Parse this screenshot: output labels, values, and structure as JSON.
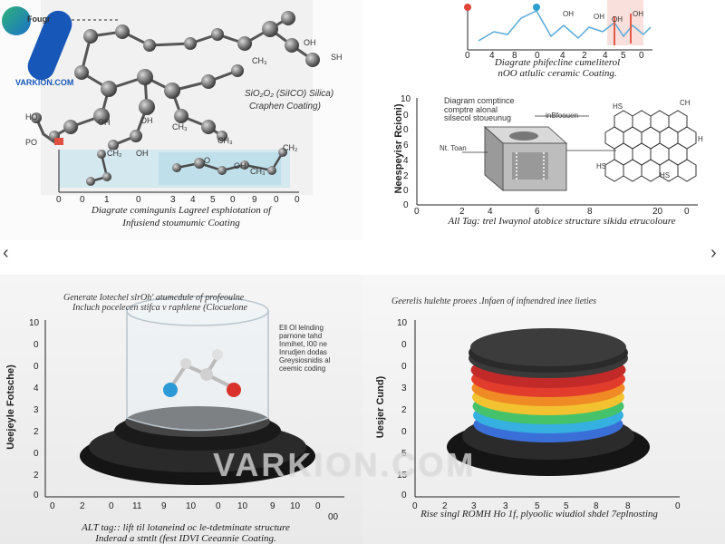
{
  "watermark": {
    "logo": "VARKION.COM",
    "big": "VARKION.COM"
  },
  "nav": {
    "prev": "‹",
    "next": "›"
  },
  "panel1": {
    "top_label": "Fougr",
    "formula_label": "SiO₂O₂ (SiICO) Silica)",
    "formula_label2": "Craphen Coating)",
    "atoms": [
      "OH",
      "CH₃",
      "SH",
      "HO",
      "PO",
      "OH",
      "OH",
      "CH₃",
      "CH₃",
      "OH",
      "O",
      "CH₂",
      "OH",
      "CH₃",
      "CH₂"
    ],
    "x_ticks": [
      "0",
      "0",
      "1",
      "0",
      "3",
      "4",
      "5",
      "0",
      "9",
      "0",
      "0"
    ],
    "caption": [
      "Diagrate comingunis Lagreel esphiotation of",
      "Infusiend stoumumic Coating"
    ]
  },
  "panel2": {
    "peak_labels": [
      "OH",
      "OH",
      "OH",
      "OH"
    ],
    "x_ticks": [
      "0",
      "4",
      "8",
      "0",
      "4",
      "2",
      "4",
      "5",
      "0"
    ],
    "caption": [
      "Diagrate phifecline cumeliterol",
      "nOO atlulic ceramic Coating."
    ]
  },
  "panel3": {
    "ylabel": "Neespeyisr Rcioni)",
    "y_ticks": [
      "10",
      "0",
      "0",
      "6",
      "4",
      "2",
      "0",
      "0"
    ],
    "x_ticks": [
      "0",
      "2",
      "4",
      "6",
      "8",
      "20",
      "0"
    ],
    "title": [
      "Diagram comptince",
      "comptre alonal",
      "silsecol stoueunug"
    ],
    "inlet_label": "inBfoouen",
    "left_label": "Nt. Toan",
    "hex_labels": [
      "HS",
      "CH",
      "H",
      "HS",
      "HS"
    ],
    "caption": "All Tag: trel Iwaynol atobice structure sikida etrucoloure"
  },
  "panel4": {
    "title": [
      "Generate Iotechel slrOh' atumcdule of profeoulne",
      "Incluch pocelecen stifca v raphlene (Clocuelone"
    ],
    "ylabel": "Ueejeyle Fotsche)",
    "y_ticks": [
      "10",
      "0",
      "0",
      "4",
      "3",
      "2",
      "0",
      "2",
      "0"
    ],
    "x_ticks": [
      "0",
      "2",
      "0",
      "11",
      "9",
      "10",
      "0",
      "10",
      "9",
      "10",
      "0",
      "00"
    ],
    "note": [
      "Ell Ol lelnding",
      "parnone tahd",
      "Inmihet, I00 ne",
      "Inrudjen dodas",
      "Greysiosnidis al",
      "ceemic coding"
    ],
    "caption": [
      "ALT tag:: lift til lotaneind oc le-tdetminate structure",
      "Inderad a stntlt (fest IDVI Ceeannie Coating."
    ]
  },
  "panel5": {
    "title": "Geerelis hulehte proees .Infaen of infnendred inee lieties",
    "ylabel": "Uesjer Cund)",
    "y_ticks": [
      "10",
      "0",
      "0",
      "3",
      "2",
      "0",
      "5",
      "15",
      "0"
    ],
    "x_ticks": [
      "0",
      "2",
      "3",
      "3",
      "5",
      "5",
      "8",
      "8",
      "0"
    ],
    "caption": "Rise singl ROMH Ho 1f, plyoolic wiudiol shdel 7eplnosting",
    "layer_colors": [
      "#3b6fd8",
      "#35b0e0",
      "#45c26a",
      "#f2c230",
      "#f08a24",
      "#e23c2c",
      "#c22a2a"
    ]
  }
}
